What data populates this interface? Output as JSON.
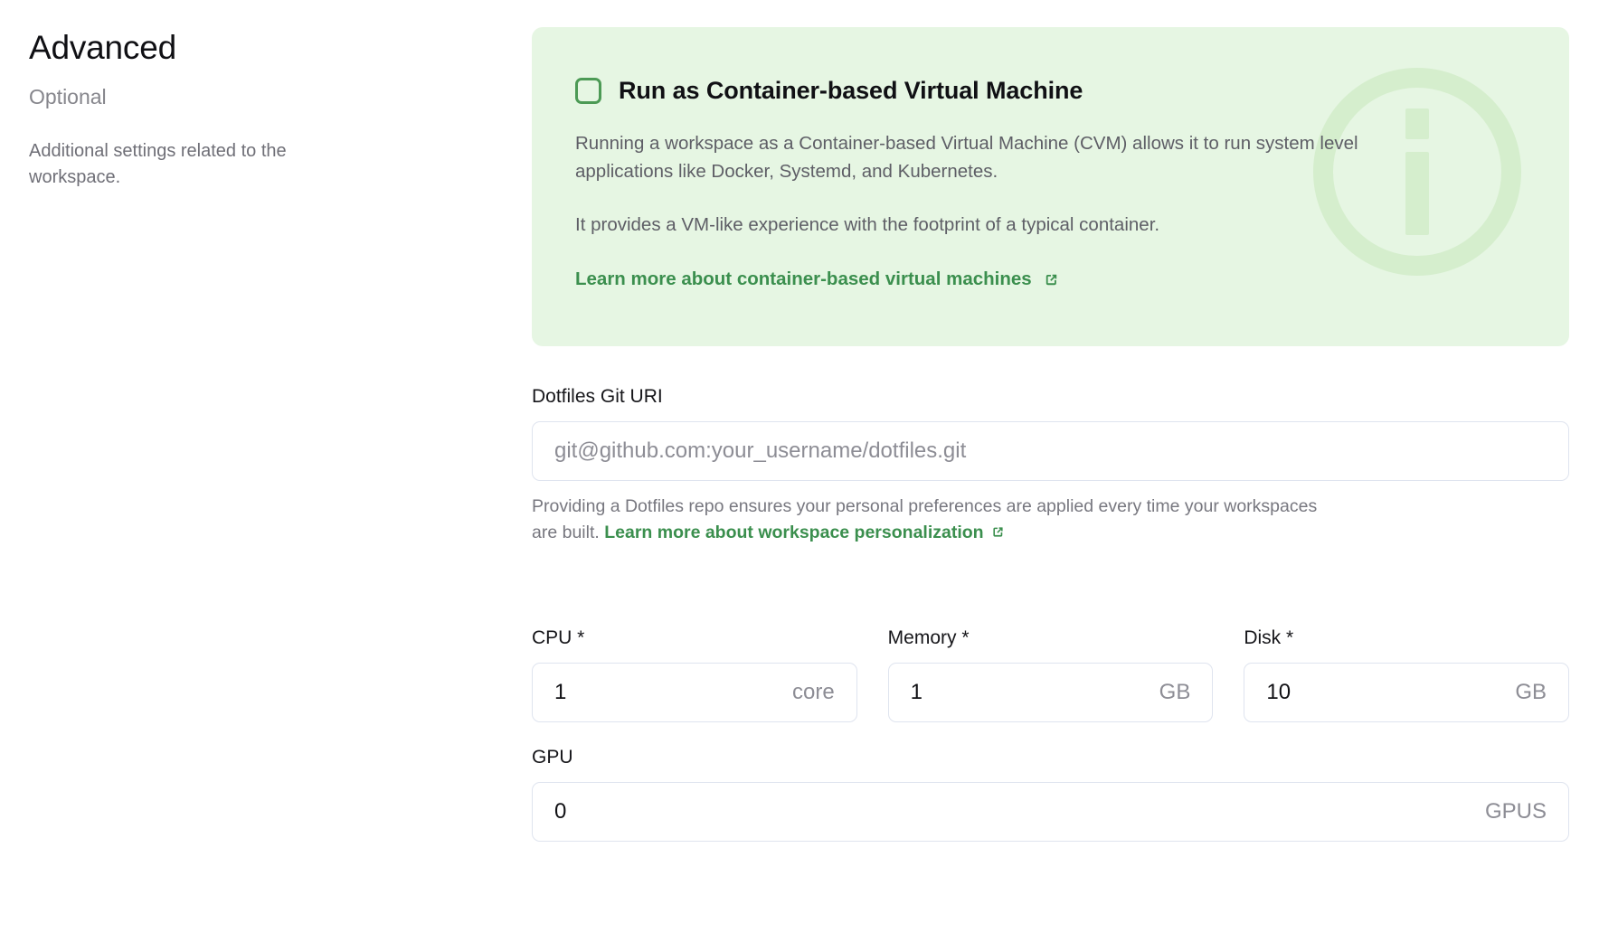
{
  "sidebar": {
    "title": "Advanced",
    "subtitle": "Optional",
    "description": "Additional settings related to the workspace."
  },
  "callout": {
    "checkbox_label": "Run as Container-based Virtual Machine",
    "checkbox_checked": false,
    "paragraph_1": "Running a workspace as a Container-based Virtual Machine (CVM) allows it to run system level applications like Docker, Systemd, and Kubernetes.",
    "paragraph_2": "It provides a VM-like experience with the footprint of a typical container.",
    "link_label": "Learn more about container-based virtual machines",
    "link_icon": "external-link-icon",
    "watermark_icon": "info-circle-icon",
    "background_color": "#e6f6e3",
    "accent_color": "#3b8f4e",
    "checkbox_border_color": "#4c9a55"
  },
  "dotfiles": {
    "label": "Dotfiles Git URI",
    "value": "",
    "placeholder": "git@github.com:your_username/dotfiles.git",
    "help_prefix": "Providing a Dotfiles repo ensures your personal preferences are applied every time your workspaces are built.",
    "help_link_label": "Learn more about workspace personalization",
    "help_link_icon": "external-link-icon"
  },
  "resources": {
    "cpu": {
      "label": "CPU *",
      "value": "1",
      "suffix": "core"
    },
    "memory": {
      "label": "Memory *",
      "value": "1",
      "suffix": "GB"
    },
    "disk": {
      "label": "Disk *",
      "value": "10",
      "suffix": "GB"
    },
    "gpu": {
      "label": "GPU",
      "value": "0",
      "suffix": "GPUS"
    }
  }
}
